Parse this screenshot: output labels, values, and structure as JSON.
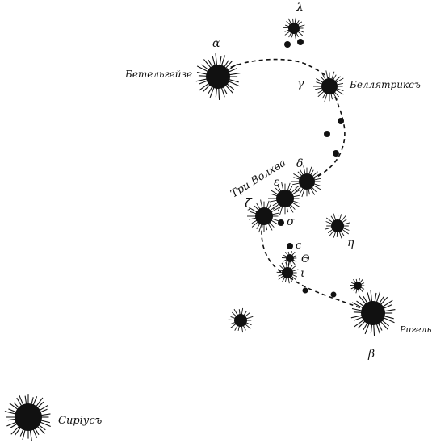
{
  "figure": {
    "labels": {
      "betelgeuse": "Бетельгейзе",
      "bellatrix": "Беллятриксъ",
      "rigel": "Ригель",
      "sirius": "Сиріусъ",
      "three_kings": "Три Волхва"
    },
    "greek": {
      "alpha": "α",
      "beta": "β",
      "gamma": "γ",
      "delta": "δ",
      "epsilon": "ε",
      "zeta": "ζ",
      "eta": "η",
      "theta": "Θ",
      "iota": "ι",
      "lambda": "λ",
      "sigma": "σ",
      "c": "c"
    }
  }
}
